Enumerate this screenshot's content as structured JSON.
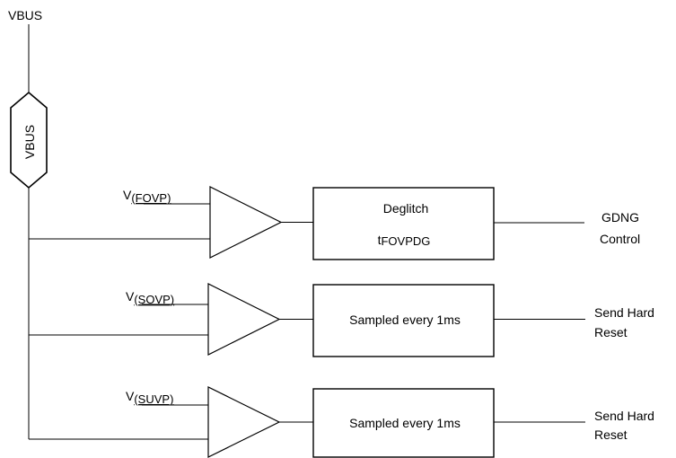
{
  "bus": {
    "top_label": "VBUS",
    "connector_label": "VBUS"
  },
  "stages": [
    {
      "reference_prefix": "V",
      "reference_subscript": "(FOVP)",
      "block_line1": "Deglitch",
      "block_line2_prefix": "t",
      "block_line2_subscript": "FOVPDG",
      "output_line1": "GDNG",
      "output_line2": "Control"
    },
    {
      "reference_prefix": "V",
      "reference_subscript": "(SOVP)",
      "block_line1": "Sampled every 1ms",
      "output_line1": "Send Hard",
      "output_line2": "Reset"
    },
    {
      "reference_prefix": "V",
      "reference_subscript": "(SUVP)",
      "block_line1": "Sampled every 1ms",
      "output_line1": "Send Hard",
      "output_line2": "Reset"
    }
  ]
}
